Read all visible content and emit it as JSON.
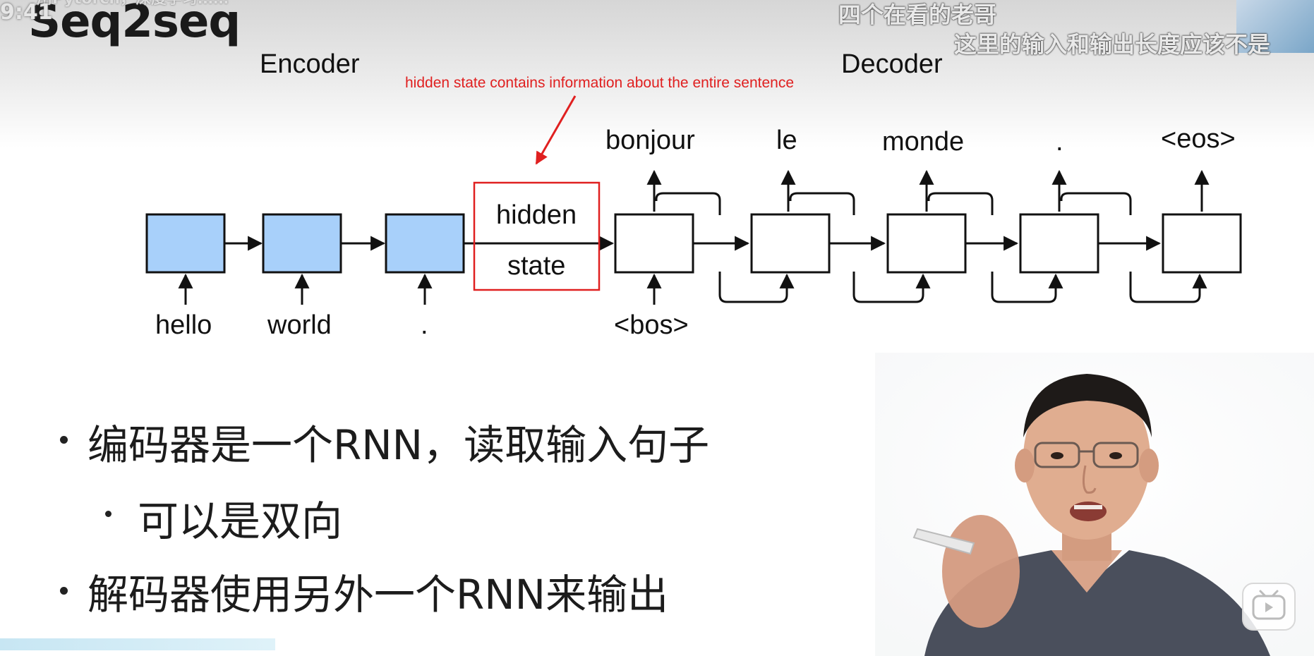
{
  "video_overlay": {
    "timestamp": "9:41",
    "title_strip": "用Pytorch，深度学习……"
  },
  "danmaku": [
    "四个在看的老哥",
    "这里的输入和输出长度应该不是"
  ],
  "slide": {
    "title": "Seq2seq",
    "encoder_label": "Encoder",
    "decoder_label": "Decoder",
    "annotation": "hidden state contains information about the entire sentence",
    "hidden_state": [
      "hidden",
      "state"
    ],
    "encoder_inputs": [
      "hello",
      "world",
      "."
    ],
    "decoder_first_input": "<bos>",
    "decoder_outputs": [
      "bonjour",
      "le",
      "monde",
      ".",
      "<eos>"
    ],
    "bullets": [
      "编码器是一个RNN，读取输入句子",
      "可以是双向",
      "解码器使用另外一个RNN来输出"
    ]
  },
  "colors": {
    "encoder_fill": "#a8d0fa",
    "annotation": "#e02020",
    "box_stroke": "#111111"
  },
  "icons": {
    "platform_logo": "bilibili-tv-icon"
  }
}
